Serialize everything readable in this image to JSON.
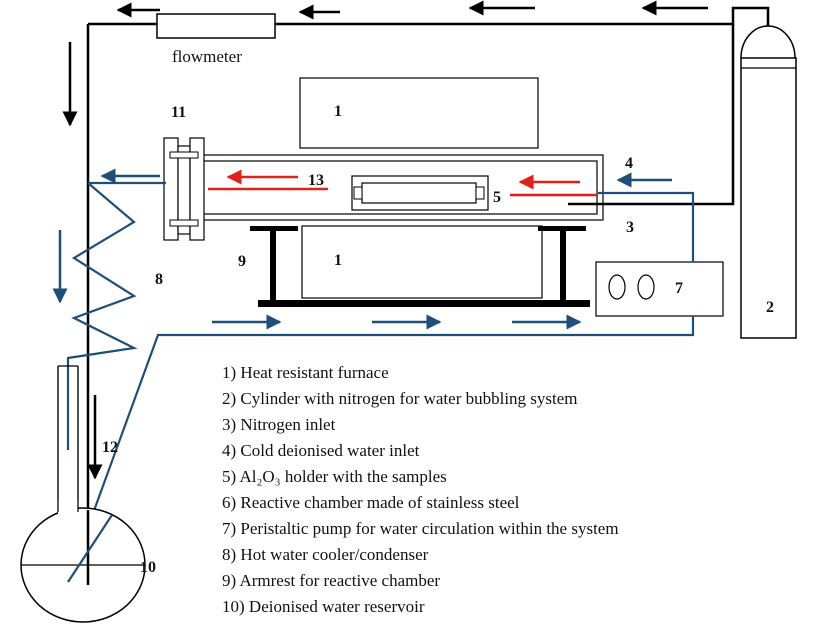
{
  "labels": {
    "flowmeter": "flowmeter",
    "n1_top": "1",
    "n1_bottom": "1",
    "n2": "2",
    "n3": "3",
    "n4": "4",
    "n5": "5",
    "n7": "7",
    "n8": "8",
    "n9": "9",
    "n10": "10",
    "n11": "11",
    "n12": "12",
    "n13": "13"
  },
  "legend": {
    "items": [
      "1) Heat resistant furnace",
      "2) Cylinder with nitrogen for water bubbling system",
      "3) Nitrogen inlet",
      "4) Cold deionised water inlet",
      "5) Al₂O₃ holder with the samples",
      "6) Reactive chamber made of stainless steel",
      "7) Peristaltic pump for water circulation within the system",
      "8) Hot water cooler/condenser",
      "9) Armrest for reactive chamber",
      "10) Deionised water reservoir"
    ]
  },
  "colors": {
    "line": "#000000",
    "water": "#1f4e79",
    "hot_flow": "#e0201b"
  }
}
